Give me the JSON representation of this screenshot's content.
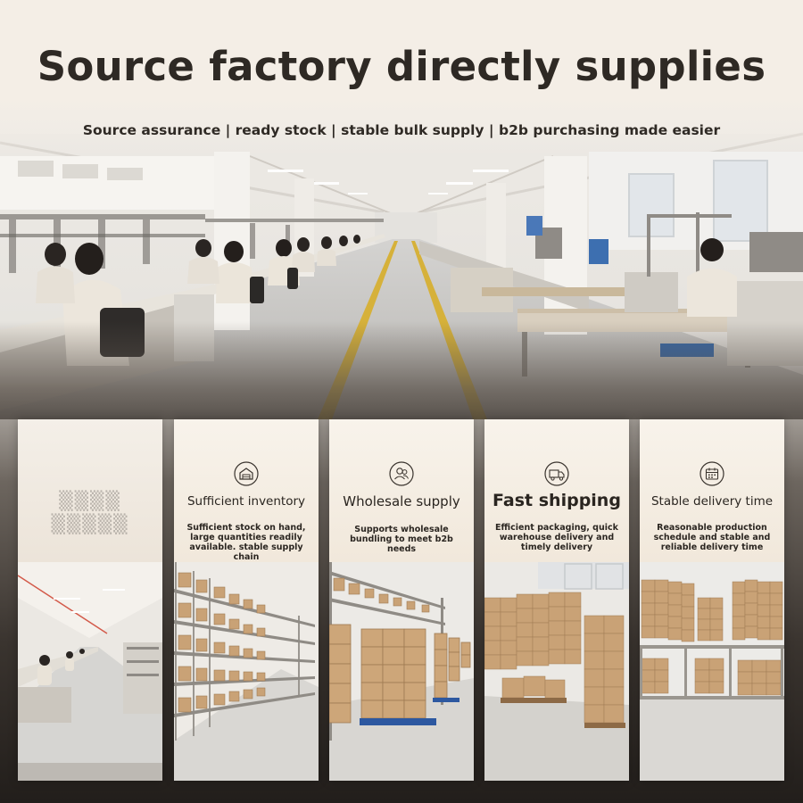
{
  "header": {
    "title": "Source factory directly supplies",
    "subtitle": "Source assurance | ready stock | stable bulk supply | b2b purchasing made easier"
  },
  "features": [
    {
      "title": "Sufficient inventory",
      "description": "Sufficient stock on hand, large quantities readily available. stable supply chain",
      "icon": "warehouse-icon"
    },
    {
      "title": "Wholesale supply",
      "description": "Supports wholesale bundling to meet b2b needs",
      "icon": "people-icon"
    },
    {
      "title": "Fast shipping",
      "description": "Efficient packaging, quick warehouse delivery and timely delivery",
      "icon": "truck-icon"
    },
    {
      "title": "Stable delivery time",
      "description": "Reasonable production schedule and stable and reliable delivery time",
      "icon": "calendar-icon"
    }
  ],
  "colors": {
    "card_background": "#f3ebdf",
    "title_text": "#2e2924",
    "floor_stripe": "#d6b13a",
    "carton": "#c9a276"
  }
}
